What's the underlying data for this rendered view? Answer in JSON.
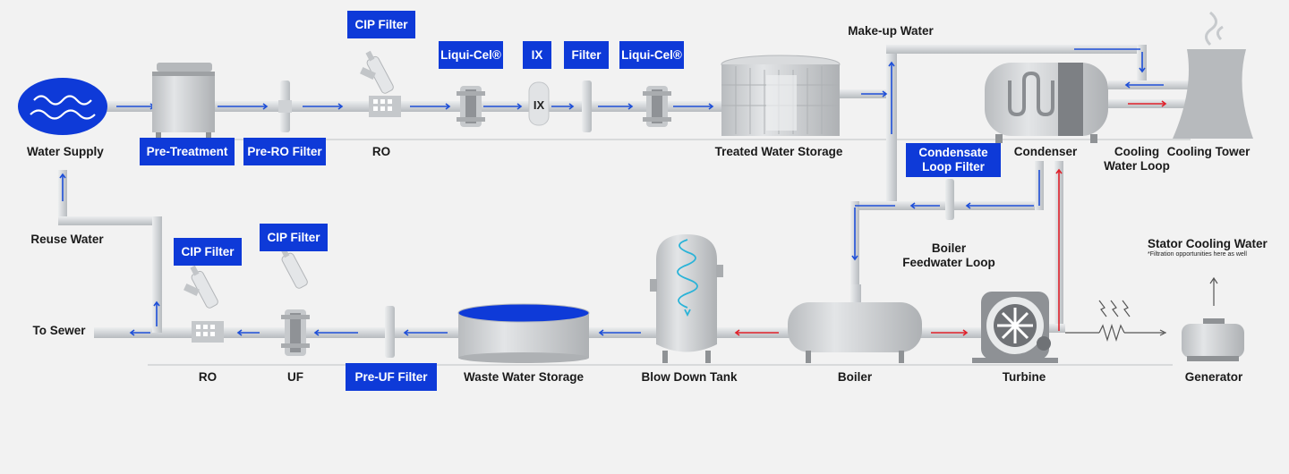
{
  "labels": {
    "water_supply": "Water Supply",
    "ro_top": "RO",
    "treated_storage": "Treated Water Storage",
    "makeup_water": "Make-up Water",
    "condenser": "Condenser",
    "cooling_water_loop_1": "Cooling",
    "cooling_water_loop_2": "Water Loop",
    "cooling_tower": "Cooling Tower",
    "reuse_water": "Reuse Water",
    "to_sewer": "To Sewer",
    "ro_bottom": "RO",
    "uf": "UF",
    "waste_storage": "Waste Water Storage",
    "blow_down_tank": "Blow Down Tank",
    "boiler": "Boiler",
    "turbine": "Turbine",
    "generator": "Generator",
    "boiler_feedwater_1": "Boiler",
    "boiler_feedwater_2": "Feedwater Loop",
    "stator_cooling": "Stator Cooling Water",
    "stator_note": "*Filtration opportunities here as well",
    "ix_mark": "IX"
  },
  "tags": {
    "pre_treatment": "Pre-Treatment",
    "pre_ro_filter": "Pre-RO Filter",
    "cip_filter_top": "CIP Filter",
    "liqui_cel_1": "Liqui-Cel®",
    "ix": "IX",
    "filter": "Filter",
    "liqui_cel_2": "Liqui-Cel®",
    "condensate_filter_1": "Condensate",
    "condensate_filter_2": "Loop Filter",
    "cip_filter_left": "CIP Filter",
    "cip_filter_right": "CIP Filter",
    "pre_uf_filter": "Pre-UF Filter"
  },
  "colors": {
    "tag_blue": "#0e3ad8",
    "flow_blue": "#1e4fd8",
    "flow_red": "#e0202a",
    "pipe": "#d6d9dc",
    "equipment": "#c9ccce",
    "steam_cyan": "#2ab3d8"
  }
}
